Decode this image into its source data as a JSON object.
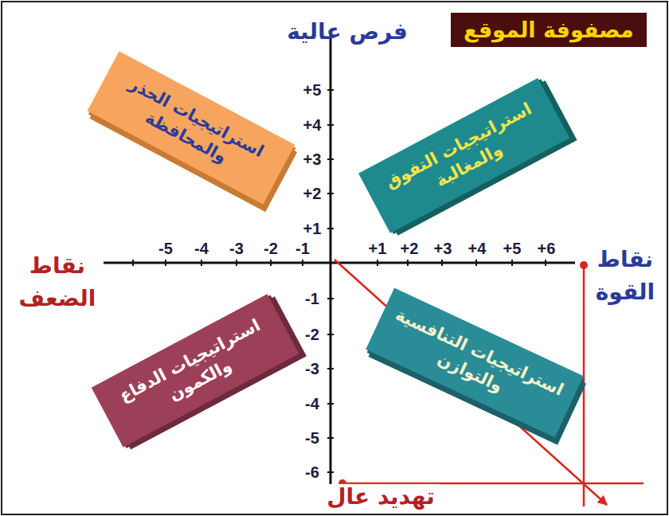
{
  "diagram": {
    "title": "مصفوفة الموقع",
    "nodes": [
      {
        "text": [
          "استراتيجيات الحذر والمحافظة"
        ]
      },
      {
        "text": [
          "استراتيجيات التفوق والمغالبة"
        ]
      },
      {
        "text": [
          "استراتيجيات الدفاع والكمون"
        ]
      },
      {
        "text": [
          "استراتيجيات التنافسية والتوازن"
        ]
      }
    ],
    "labels": [
      "فرص عالية",
      "نقاط القوة",
      "نقاط الضعف",
      "تهديد عال",
      "+5",
      "+4",
      "+3",
      "+2",
      "+1",
      "-5",
      "-4",
      "-3",
      "-2",
      "-1",
      "+1",
      "+2",
      "+3",
      "+4",
      "+5",
      "+6",
      "-1",
      "-2",
      "-3",
      "-4",
      "-5",
      "-6"
    ]
  }
}
